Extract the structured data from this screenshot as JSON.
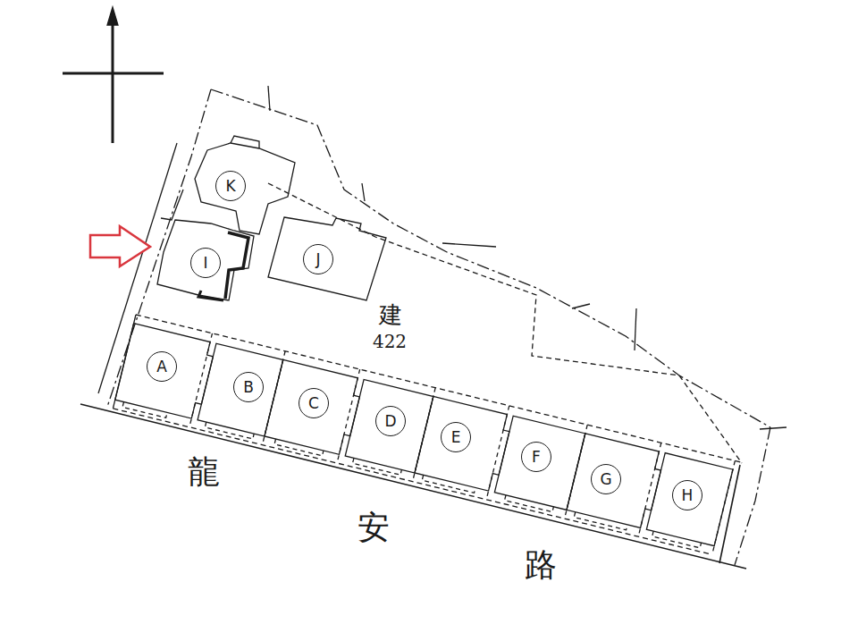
{
  "diagram": {
    "nodes": [
      {
        "text": [
          "K"
        ]
      },
      {
        "text": [
          "I"
        ]
      },
      {
        "text": [
          "J"
        ]
      },
      {
        "text": [
          "A"
        ]
      },
      {
        "text": [
          "B"
        ]
      },
      {
        "text": [
          "C"
        ]
      },
      {
        "text": [
          "D"
        ]
      },
      {
        "text": [
          "E"
        ]
      },
      {
        "text": [
          "F"
        ]
      },
      {
        "text": [
          "G"
        ]
      },
      {
        "text": [
          "H"
        ]
      }
    ],
    "labels": [
      "建",
      "422",
      "龍",
      "安",
      "路"
    ]
  }
}
